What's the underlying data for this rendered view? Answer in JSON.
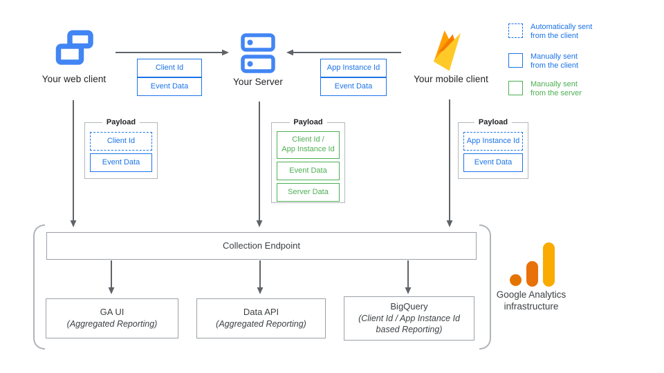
{
  "colors": {
    "blue": "#1a73e8",
    "icon_blue": "#4285f4",
    "green": "#4caf50",
    "arrow_gray": "#5f6368",
    "box_border_gray": "#9aa0a6",
    "text_dark": "#3c4043",
    "ga_orange_dark": "#e37400",
    "ga_orange": "#e8710a",
    "ga_amber": "#f9ab00",
    "firebase_yellow": "#ffca28",
    "firebase_orange": "#ffa000",
    "firebase_deep_orange": "#f57c00"
  },
  "clients": {
    "web": {
      "label": "Your web client"
    },
    "server": {
      "label": "Your Server"
    },
    "mobile": {
      "label": "Your mobile client"
    }
  },
  "flows": {
    "web_to_server": [
      "Client Id",
      "Event Data"
    ],
    "mobile_to_server": [
      "App Instance Id",
      "Event Data"
    ]
  },
  "legend": [
    {
      "label": "Automatically sent\nfrom the client",
      "style": "dashed-blue"
    },
    {
      "label": "Manually sent\nfrom the client",
      "style": "solid-blue"
    },
    {
      "label": "Manually sent\nfrom the server",
      "style": "solid-green"
    }
  ],
  "payloads": {
    "web": {
      "title": "Payload",
      "items": [
        {
          "label": "Client Id",
          "style": "dashed-blue"
        },
        {
          "label": "Event Data",
          "style": "solid-blue"
        }
      ]
    },
    "server": {
      "title": "Payload",
      "items": [
        {
          "label": "Client Id /\nApp Instance Id",
          "style": "solid-green"
        },
        {
          "label": "Event Data",
          "style": "solid-green"
        },
        {
          "label": "Server Data",
          "style": "solid-green"
        }
      ]
    },
    "mobile": {
      "title": "Payload",
      "items": [
        {
          "label": "App Instance Id",
          "style": "dashed-blue"
        },
        {
          "label": "Event Data",
          "style": "solid-blue"
        }
      ]
    }
  },
  "infrastructure": {
    "collection_endpoint": "Collection Endpoint",
    "outputs": [
      {
        "name": "GA UI",
        "detail": "(Aggregated Reporting)"
      },
      {
        "name": "Data API",
        "detail": "(Aggregated Reporting)"
      },
      {
        "name": "BigQuery",
        "detail": "(Client Id / App Instance Id\nbased Reporting)"
      }
    ],
    "label": "Google Analytics\ninfrastructure"
  }
}
